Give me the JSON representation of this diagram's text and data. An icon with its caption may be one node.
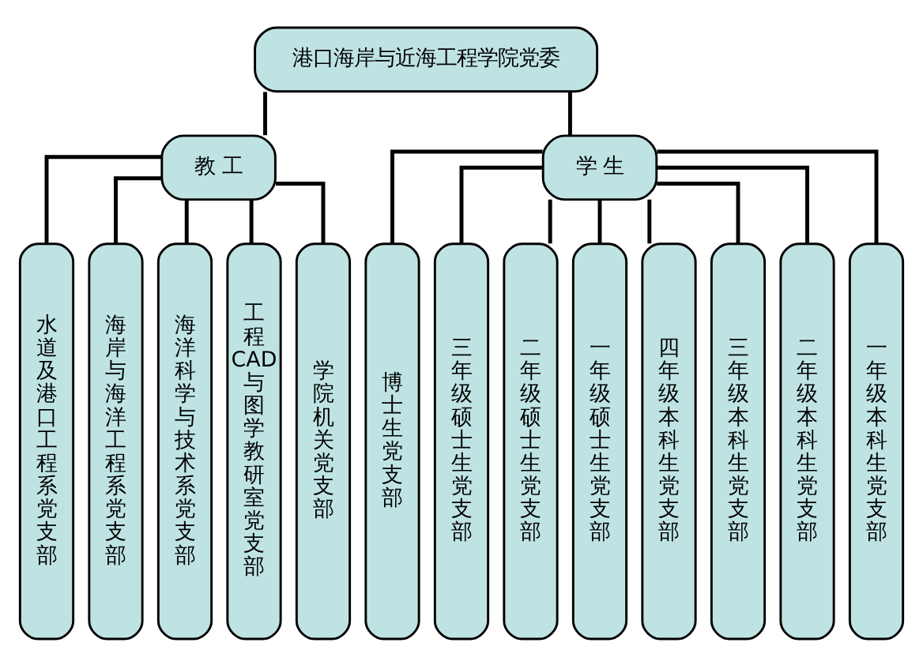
{
  "diagram": {
    "nodes": [
      {
        "text": [
          "港口海岸与近海工程学院党委"
        ]
      },
      {
        "text": [
          "教 工"
        ]
      },
      {
        "text": [
          "学 生"
        ]
      },
      {
        "text": [
          "水道及港口工程系党支部"
        ]
      },
      {
        "text": [
          "海岸与海洋工程系党支部"
        ]
      },
      {
        "text": [
          "海洋科学与技术系党支部"
        ]
      },
      {
        "text": [
          "工程CAD与图学教研室党支部"
        ]
      },
      {
        "text": [
          "学院机关党支部"
        ]
      },
      {
        "text": [
          "博士生党支部"
        ]
      },
      {
        "text": [
          "三年级硕士生党支部"
        ]
      },
      {
        "text": [
          "二年级硕士生党支部"
        ]
      },
      {
        "text": [
          "一年级硕士生党支部"
        ]
      },
      {
        "text": [
          "四年级本科生党支部"
        ]
      },
      {
        "text": [
          "三年级本科生党支部"
        ]
      },
      {
        "text": [
          "二年级本科生党支部"
        ]
      },
      {
        "text": [
          "一年级本科生党支部"
        ]
      }
    ],
    "edges": [
      {
        "from": 0,
        "to": 1,
        "arrow": "none"
      },
      {
        "from": 0,
        "to": 2,
        "arrow": "none"
      },
      {
        "from": 1,
        "to": 3,
        "arrow": "none"
      },
      {
        "from": 1,
        "to": 4,
        "arrow": "none"
      },
      {
        "from": 1,
        "to": 5,
        "arrow": "none"
      },
      {
        "from": 1,
        "to": 6,
        "arrow": "none"
      },
      {
        "from": 1,
        "to": 7,
        "arrow": "none"
      },
      {
        "from": 2,
        "to": 8,
        "arrow": "none"
      },
      {
        "from": 2,
        "to": 9,
        "arrow": "none"
      },
      {
        "from": 2,
        "to": 10,
        "arrow": "none"
      },
      {
        "from": 2,
        "to": 11,
        "arrow": "none"
      },
      {
        "from": 2,
        "to": 12,
        "arrow": "none"
      },
      {
        "from": 2,
        "to": 13,
        "arrow": "none"
      },
      {
        "from": 2,
        "to": 14,
        "arrow": "none"
      },
      {
        "from": 2,
        "to": 15,
        "arrow": "none"
      }
    ]
  }
}
